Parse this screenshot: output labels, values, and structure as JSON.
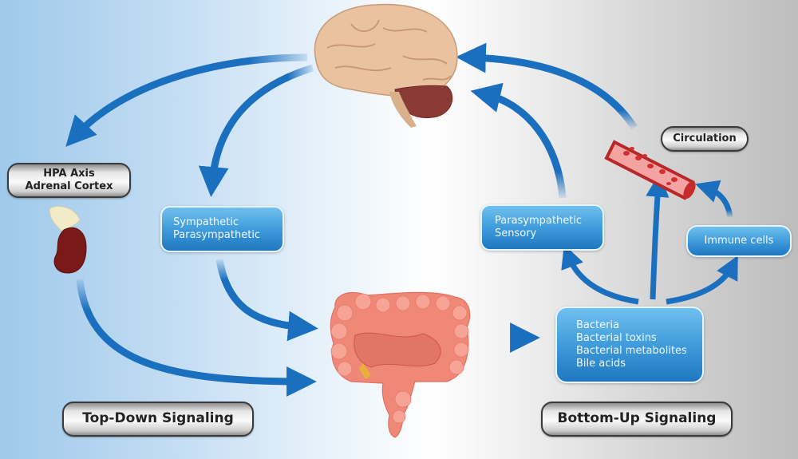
{
  "diagram": {
    "title": "Gut-brain axis signaling",
    "colors": {
      "arrow": "#1b6fbf",
      "label_box_blue": "#3c98d9",
      "label_box_gray": "#e6e6e6",
      "brain": "#e9c3a0",
      "cerebellum": "#8a3a35",
      "intestine": "#f08878",
      "kidney": "#7a1a18",
      "adrenal": "#f2ebc8",
      "vessel": "#d23a3a"
    },
    "organs": {
      "brain": "brain",
      "intestine": "intestine",
      "adrenal": "adrenal gland / kidney",
      "blood_vessel": "blood vessel"
    },
    "labels": {
      "hpa": [
        "HPA Axis",
        "Adrenal Cortex"
      ],
      "top_nerves": [
        "Sympathetic",
        "Parasympathetic"
      ],
      "bottom_nerves": [
        "Parasympathetic",
        "Sensory"
      ],
      "circulation": "Circulation",
      "immune": "Immune cells",
      "microbes": [
        "Bacteria",
        "Bacterial toxins",
        "Bacterial metabolites",
        "Bile acids"
      ],
      "top_down": "Top-Down Signaling",
      "bottom_up": "Bottom-Up Signaling"
    },
    "edges": [
      {
        "from": "brain",
        "to": "HPA Axis / Adrenal Cortex"
      },
      {
        "from": "brain",
        "to": "Sympathetic / Parasympathetic"
      },
      {
        "from": "Sympathetic / Parasympathetic",
        "to": "intestine"
      },
      {
        "from": "adrenal",
        "to": "intestine"
      },
      {
        "from": "intestine",
        "to": "Bacteria box"
      },
      {
        "from": "Bacteria box",
        "to": "Parasympathetic / Sensory"
      },
      {
        "from": "Bacteria box",
        "to": "Circulation"
      },
      {
        "from": "Bacteria box",
        "to": "Immune cells"
      },
      {
        "from": "Immune cells",
        "to": "Circulation"
      },
      {
        "from": "Parasympathetic / Sensory",
        "to": "brain"
      },
      {
        "from": "Circulation",
        "to": "brain"
      }
    ]
  }
}
